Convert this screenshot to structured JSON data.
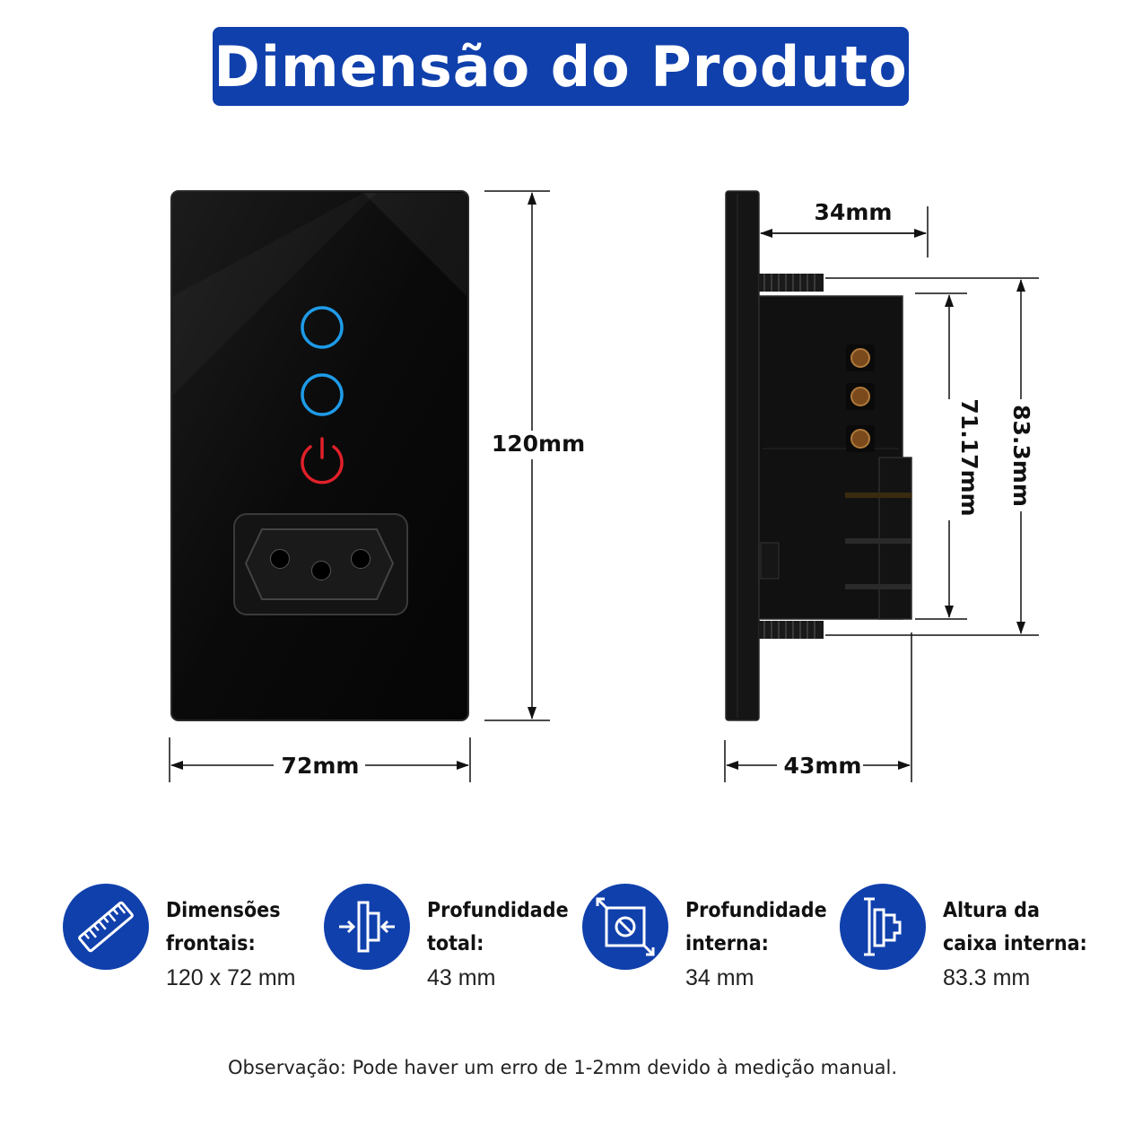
{
  "title": "Dimensão do Produto",
  "colors": {
    "brand_blue": "#1040ac",
    "indicator_blue": "#1e9be8",
    "indicator_red": "#e0202a",
    "panel_black": "#0b0b0b"
  },
  "dimensions": {
    "front_height": "120mm",
    "front_width": "72mm",
    "side_depth_inner": "34mm",
    "side_depth_total": "43mm",
    "side_box_height": "83.3mm",
    "side_body_height": "71.17mm"
  },
  "features": [
    {
      "icon": "ruler-icon",
      "label": "Dimensões\nfrontais:",
      "value": "120 x 72 mm"
    },
    {
      "icon": "depth-total-icon",
      "label": "Profundidade\ntotal:",
      "value": "43 mm"
    },
    {
      "icon": "depth-inner-icon",
      "label": "Profundidade\ninterna:",
      "value": "34 mm"
    },
    {
      "icon": "box-height-icon",
      "label": "Altura da\ncaixa interna:",
      "value": "83.3 mm"
    }
  ],
  "note": "Observação: Pode haver um erro de 1-2mm devido à medição manual."
}
